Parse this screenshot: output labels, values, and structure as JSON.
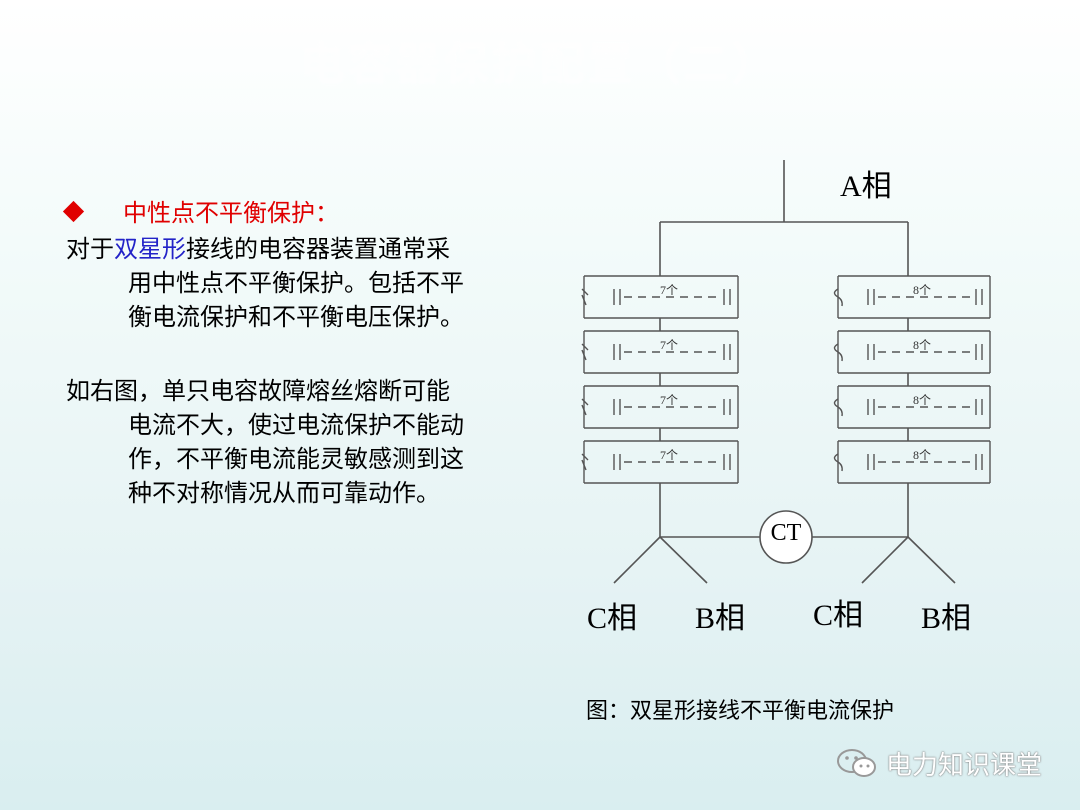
{
  "title": "电容器保护配置（二）",
  "bullet": {
    "heading": "中性点不平衡保护："
  },
  "paragraph1": {
    "pre": "对于",
    "highlight": "双星形",
    "line1_rest": "接线的电容器装置通常采",
    "line2": "用中性点不平衡保护。包括不平",
    "line3": "衡电流保护和不平衡电压保护。"
  },
  "paragraph2": {
    "line1": "如右图，单只电容故障熔丝熔断可能",
    "line2": "电流不大，使过电流保护不能动",
    "line3": "作，不平衡电流能灵敏感测到这",
    "line4": "种不对称情况从而可靠动作。"
  },
  "diagram": {
    "top_phase": "A相",
    "left_group_count": "7个",
    "right_group_count": "8个",
    "ct_label": "CT",
    "bottom_labels": [
      "C相",
      "B相",
      "C相",
      "B相"
    ]
  },
  "caption": "图：双星形接线不平衡电流保护",
  "watermark": "电力知识课堂"
}
